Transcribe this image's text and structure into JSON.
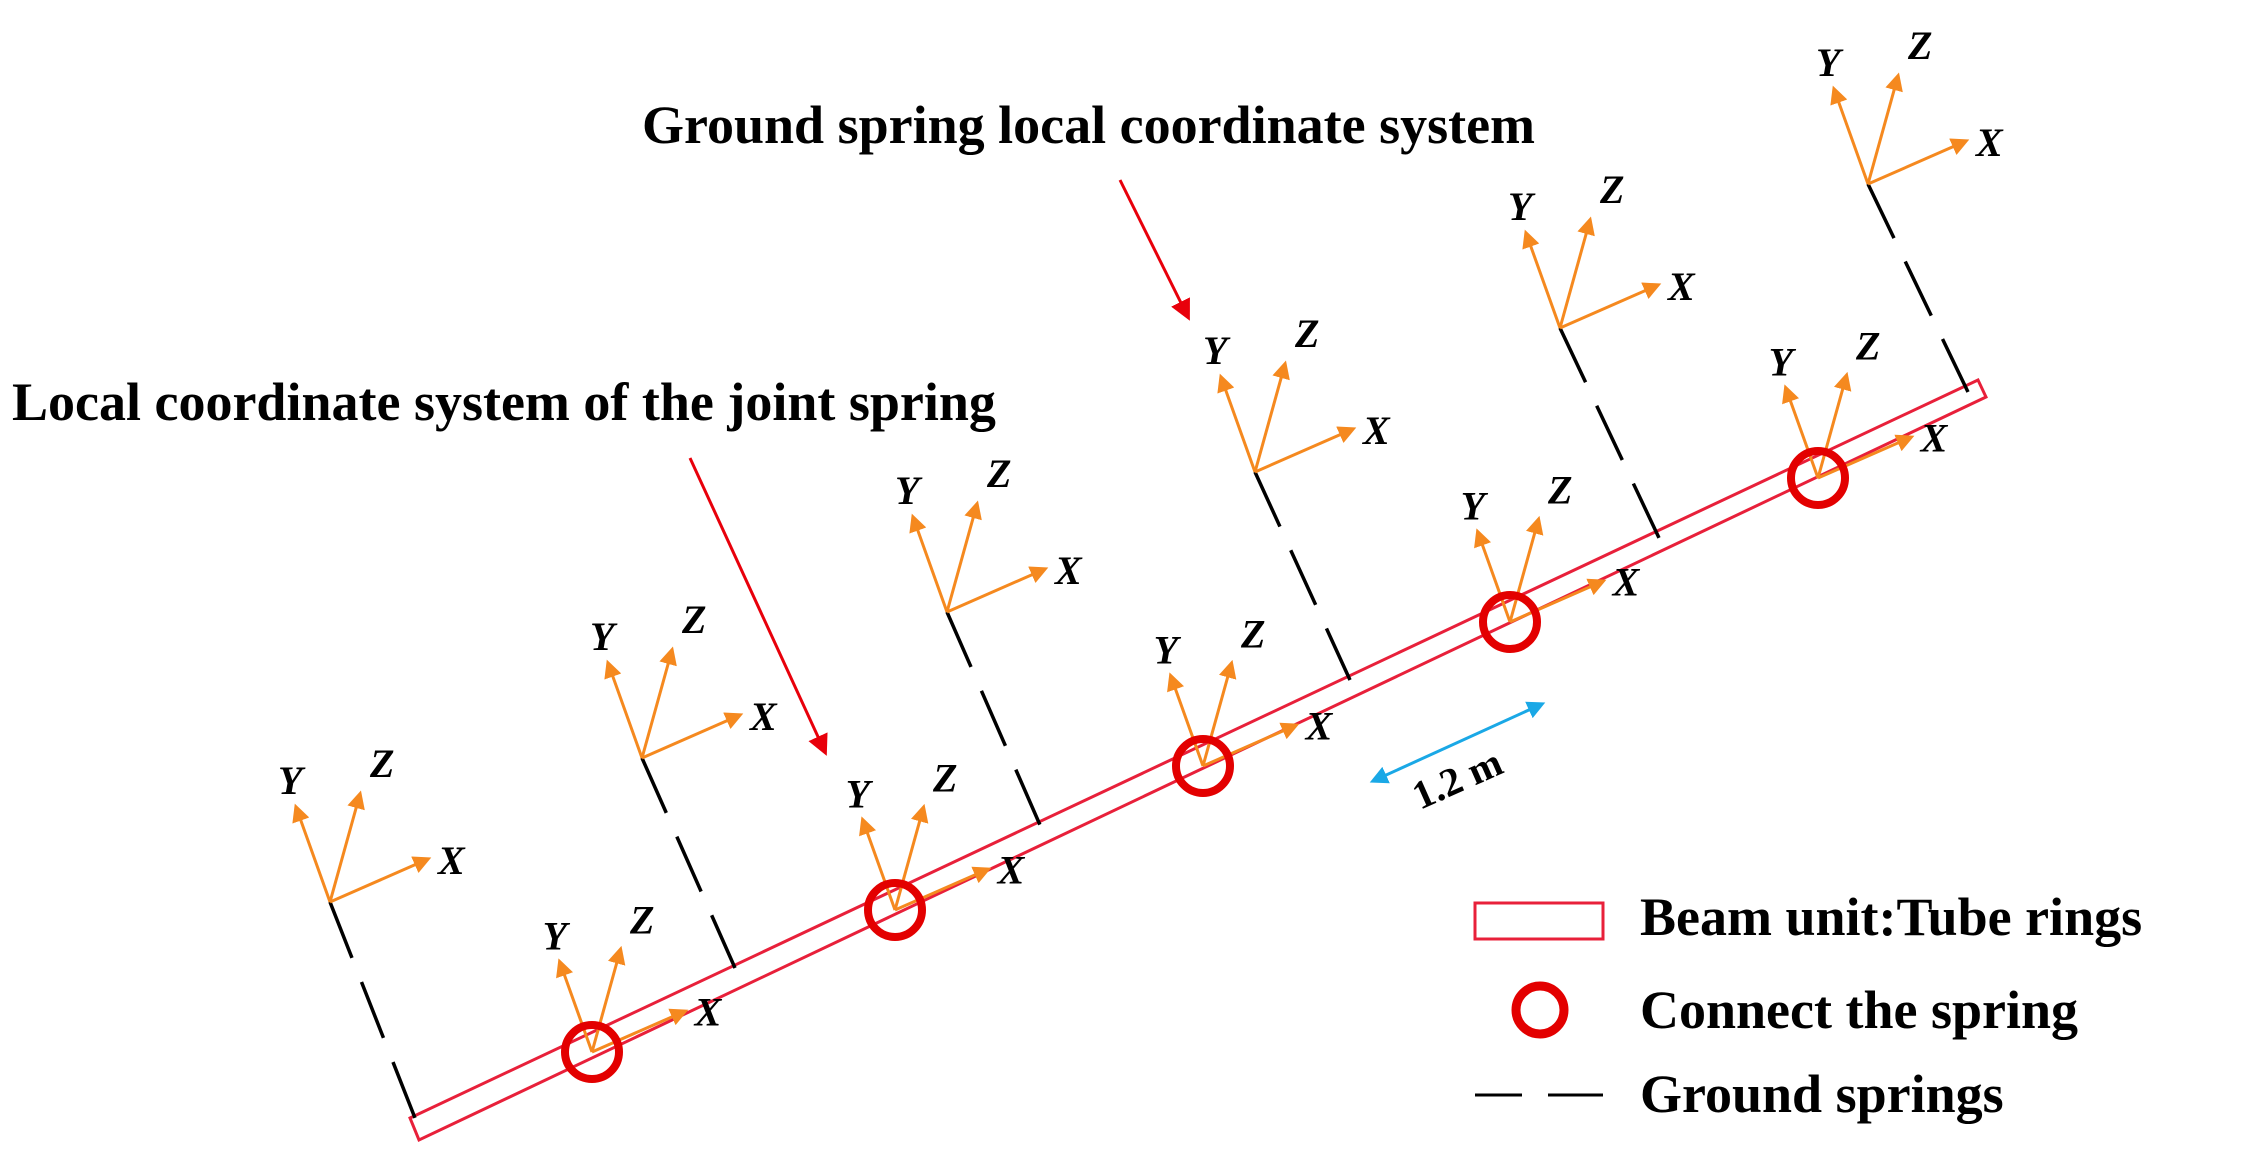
{
  "annotations": {
    "ground_spring_label": "Ground spring local coordinate system",
    "joint_spring_label": "Local coordinate system of the joint spring",
    "dimension_label": "1.2 m"
  },
  "axes": {
    "x_label": "X",
    "y_label": "Y",
    "z_label": "Z"
  },
  "legend": {
    "beam": "Beam unit:Tube rings",
    "connect": "Connect the spring",
    "ground": "Ground springs"
  },
  "colors": {
    "beam": "#e8203a",
    "connector": "#e30000",
    "axis": "#f5891f",
    "pointer": "#e8000b",
    "dimension": "#1aa8e6",
    "spring": "#000000"
  }
}
